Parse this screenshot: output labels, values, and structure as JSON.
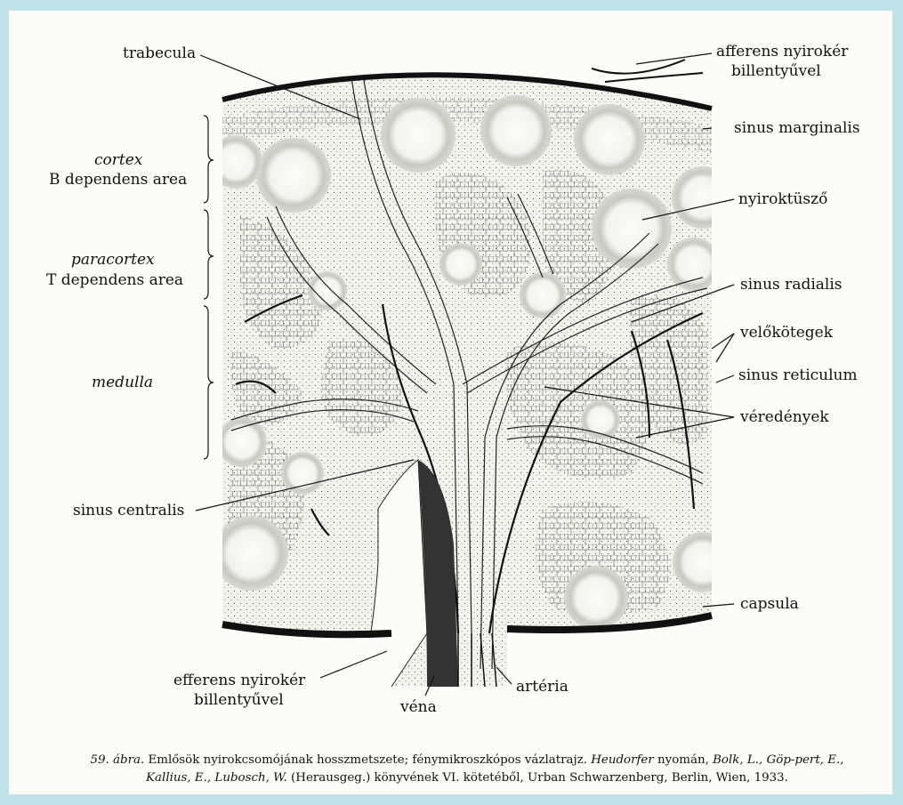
{
  "labels": {
    "trabecula": "trabecula",
    "afferens_line1": "afferens nyirokér",
    "afferens_line2": "billentyűvel",
    "sinus_marginalis": "sinus marginalis",
    "nyiroktuszo": "nyiroktüsző",
    "sinus_radialis": "sinus radialis",
    "velokotegek": "velőkötegek",
    "sinus_reticulum": "sinus reticulum",
    "veredenyek": "véredények",
    "capsula": "capsula",
    "arteria": "artéria",
    "vena": "véna",
    "efferens_line1": "efferens nyirokér",
    "efferens_line2": "billentyűvel",
    "sinus_centralis": "sinus centralis",
    "cortex": "cortex",
    "cortex_sub": "B dependens area",
    "paracortex": "paracortex",
    "paracortex_sub": "T dependens area",
    "medulla": "medulla"
  },
  "caption": {
    "fig_no": "59. ábra.",
    "t1": " Emlősök nyirokcsomójának hosszmetszete; fénymikroszkópos vázlatrajz. ",
    "heudorfer": "Heudorfer",
    "t2": " nyomán, ",
    "authors": "Bolk, L., Göp-pert, E., Kallius, E., Lubosch, W.",
    "t3": " (Herausgeg.) könyvének VI. kötetéből, Urban Schwarzenberg, Berlin, Wien, 1933."
  },
  "colors": {
    "background": "#bfe3e6",
    "paper": "#fdfcf8",
    "ink": "#111111"
  }
}
